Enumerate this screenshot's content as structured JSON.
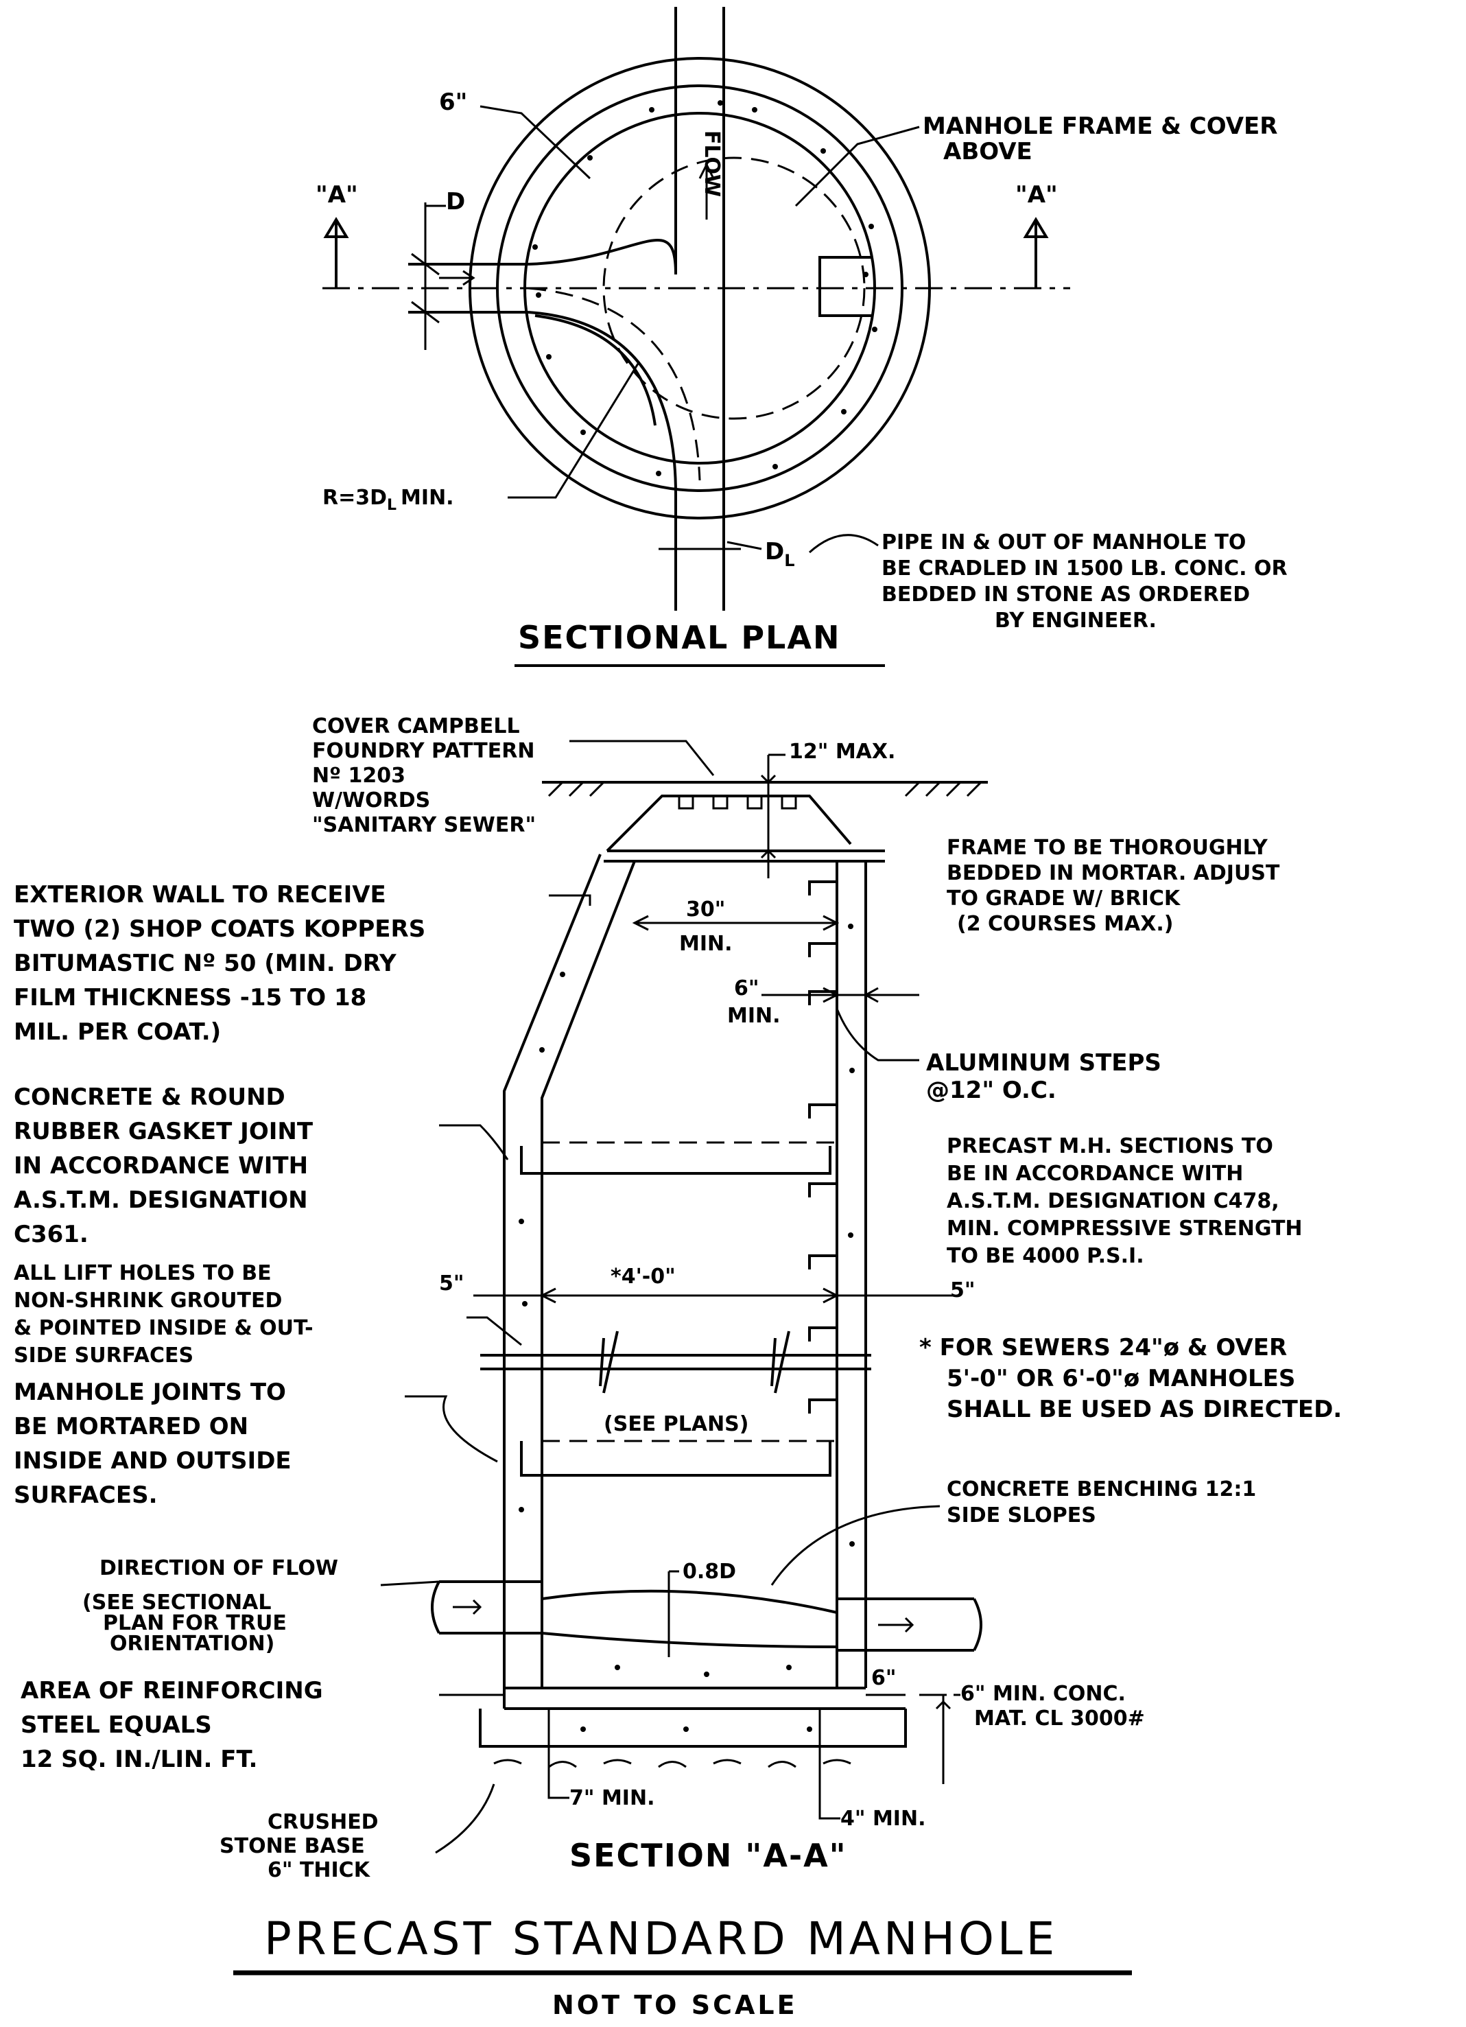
{
  "plan": {
    "title": "SECTIONAL PLAN",
    "wall_thickness": "6\"",
    "pipe_dia_label": "D",
    "section_mark": "\"A\"",
    "section_mark_right": "\"A\"",
    "flow_label": "FLOW",
    "radius_label": "R=3D",
    "radius_sub": "L",
    "radius_suffix": "MIN.",
    "outlet_dia_label": "D",
    "outlet_dia_sub": "L",
    "frame_note": [
      "MANHOLE FRAME & COVER",
      "ABOVE"
    ],
    "pipe_note": [
      "PIPE IN & OUT OF MANHOLE TO",
      "BE CRADLED IN 1500 LB. CONC. OR",
      "BEDDED IN STONE AS ORDERED",
      "BY ENGINEER."
    ]
  },
  "section": {
    "title": "SECTION \"A-A\"",
    "cover_note": [
      "COVER CAMPBELL",
      "FOUNDRY PATTERN",
      "Nº 1203",
      "W/WORDS",
      "\"SANITARY SEWER\""
    ],
    "max_12": "12\" MAX.",
    "frame_note": [
      "FRAME TO BE THOROUGHLY",
      "BEDDED IN MORTAR. ADJUST",
      "TO GRADE W/ BRICK",
      "(2 COURSES MAX.)"
    ],
    "exterior_note": [
      "EXTERIOR WALL TO RECEIVE",
      "TWO (2) SHOP COATS KOPPERS",
      "BITUMASTIC Nº 50 (MIN. DRY",
      "FILM THICKNESS -15 TO 18",
      "MIL. PER COAT.)"
    ],
    "dim_30": "30\"",
    "dim_30_min": "MIN.",
    "dim_6": "6\"",
    "dim_6_min": "MIN.",
    "steps_note": [
      "ALUMINUM STEPS",
      "@12\" O.C."
    ],
    "gasket_note": [
      "CONCRETE & ROUND",
      "RUBBER GASKET JOINT",
      "IN ACCORDANCE WITH",
      "A.S.T.M. DESIGNATION",
      "C361."
    ],
    "precast_note": [
      "PRECAST M.H. SECTIONS TO",
      "BE IN ACCORDANCE WITH",
      "A.S.T.M. DESIGNATION C478,",
      "MIN. COMPRESSIVE STRENGTH",
      "TO BE 4000 P.S.I."
    ],
    "lift_note": [
      "ALL LIFT HOLES TO BE",
      "NON-SHRINK GROUTED",
      "& POINTED INSIDE & OUT-",
      "SIDE SURFACES"
    ],
    "dim_5_left": "5\"",
    "dim_4": "*4'-0\"",
    "dim_5_right": "5\"",
    "sewer_note": [
      "* FOR SEWERS 24\"ø & OVER",
      "5'-0\" OR 6'-0\"ø MANHOLES",
      "SHALL BE USED AS DIRECTED."
    ],
    "joint_note": [
      "MANHOLE JOINTS TO",
      "BE MORTARED ON",
      "INSIDE AND OUTSIDE",
      "SURFACES."
    ],
    "see_plans": "(SEE PLANS)",
    "bench_note": [
      "CONCRETE BENCHING 12:1",
      "SIDE SLOPES"
    ],
    "flow_note": [
      "DIRECTION OF FLOW"
    ],
    "flow_sub": [
      "(SEE SECTIONAL",
      "PLAN FOR TRUE",
      "ORIENTATION)"
    ],
    "dim_08d": "0.8D",
    "steel_note": [
      "AREA OF REINFORCING",
      "STEEL EQUALS",
      "12 SQ. IN./LIN. FT."
    ],
    "dim_6b": "6\"",
    "mat_note": [
      "6\" MIN. CONC.",
      "MAT. CL 3000#"
    ],
    "dim_7": "7\" MIN.",
    "dim_4min": "4\" MIN.",
    "stone_note": [
      "CRUSHED",
      "STONE BASE",
      "6\" THICK"
    ]
  },
  "main_title": "PRECAST STANDARD MANHOLE",
  "subtitle": "NOT TO SCALE"
}
